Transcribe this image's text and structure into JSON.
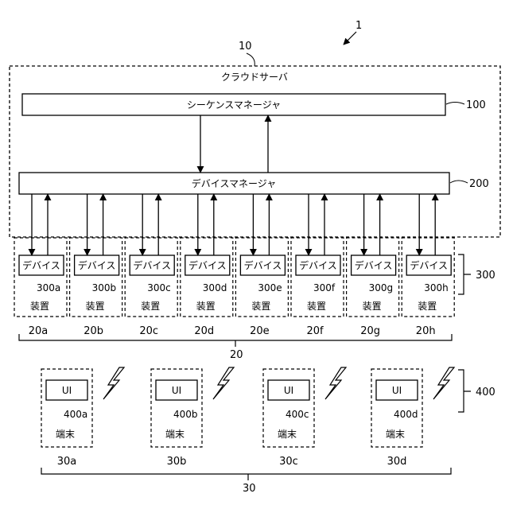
{
  "figure_ref": "1",
  "cloud": {
    "ref": "10",
    "label": "クラウドサーバ"
  },
  "sequence_manager": {
    "label": "シーケンスマネージャ",
    "ref": "100"
  },
  "device_manager": {
    "label": "デバイスマネージャ",
    "ref": "200"
  },
  "device_layer_ref": "300",
  "apparatus_group_ref": "20",
  "ui_layer_ref": "400",
  "terminal_group_ref": "30",
  "apparatuses": [
    {
      "device_label": "デバイス",
      "device_ref": "300a",
      "label": "装置",
      "ref": "20a"
    },
    {
      "device_label": "デバイス",
      "device_ref": "300b",
      "label": "装置",
      "ref": "20b"
    },
    {
      "device_label": "デバイス",
      "device_ref": "300c",
      "label": "装置",
      "ref": "20c"
    },
    {
      "device_label": "デバイス",
      "device_ref": "300d",
      "label": "装置",
      "ref": "20d"
    },
    {
      "device_label": "デバイス",
      "device_ref": "300e",
      "label": "装置",
      "ref": "20e"
    },
    {
      "device_label": "デバイス",
      "device_ref": "300f",
      "label": "装置",
      "ref": "20f"
    },
    {
      "device_label": "デバイス",
      "device_ref": "300g",
      "label": "装置",
      "ref": "20g"
    },
    {
      "device_label": "デバイス",
      "device_ref": "300h",
      "label": "装置",
      "ref": "20h"
    }
  ],
  "terminals": [
    {
      "ui_label": "UI",
      "ui_ref": "400a",
      "label": "端末",
      "ref": "30a"
    },
    {
      "ui_label": "UI",
      "ui_ref": "400b",
      "label": "端末",
      "ref": "30b"
    },
    {
      "ui_label": "UI",
      "ui_ref": "400c",
      "label": "端末",
      "ref": "30c"
    },
    {
      "ui_label": "UI",
      "ui_ref": "400d",
      "label": "端末",
      "ref": "30d"
    }
  ]
}
